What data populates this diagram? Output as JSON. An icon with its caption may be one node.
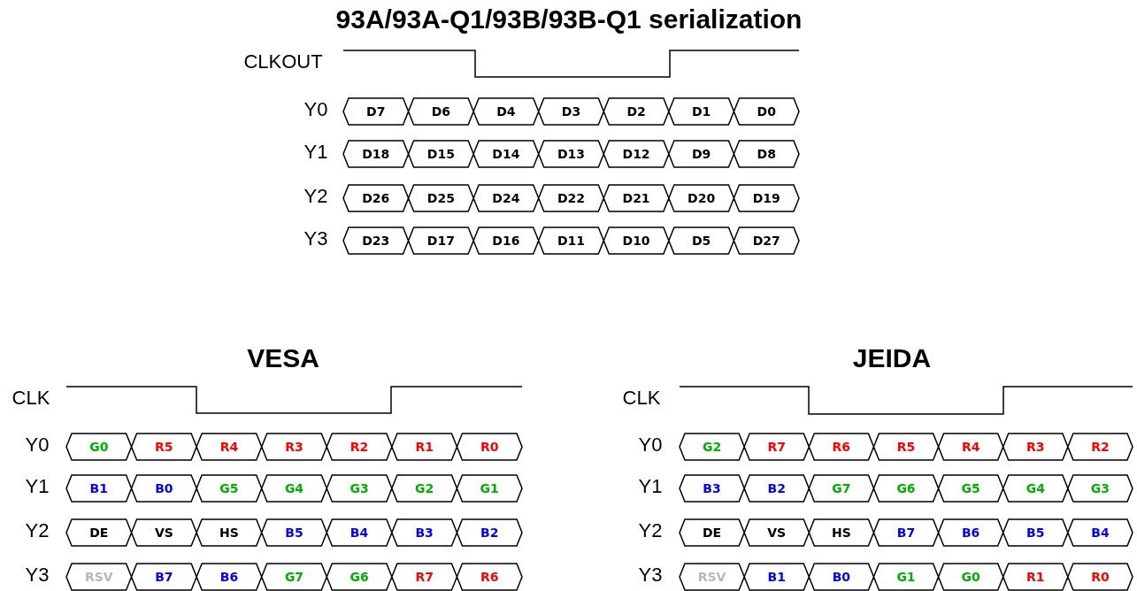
{
  "diagram": {
    "title": "93A/93A-Q1/93B/93B-Q1 serialization",
    "labels": [
      "CLKOUT",
      "Y0",
      "D7",
      "D6",
      "D4",
      "D3",
      "D2",
      "D1",
      "D0",
      "Y1",
      "D18",
      "D15",
      "D14",
      "D13",
      "D12",
      "D9",
      "D8",
      "Y2",
      "D26",
      "D25",
      "D24",
      "D22",
      "D21",
      "D20",
      "D19",
      "Y3",
      "D23",
      "D17",
      "D16",
      "D11",
      "D10",
      "D5",
      "D27",
      "VESA",
      "CLK",
      "Y0",
      "G0",
      "R5",
      "R4",
      "R3",
      "R2",
      "R1",
      "R0",
      "Y1",
      "B1",
      "B0",
      "G5",
      "G4",
      "G3",
      "G2",
      "G1",
      "Y2",
      "DE",
      "VS",
      "HS",
      "B5",
      "B4",
      "B3",
      "B2",
      "Y3",
      "RSV",
      "B7",
      "B6",
      "G7",
      "G6",
      "R7",
      "R6",
      "JEIDA",
      "CLK",
      "Y0",
      "G2",
      "R7",
      "R6",
      "R5",
      "R4",
      "R3",
      "R2",
      "Y1",
      "B3",
      "B2",
      "G7",
      "G6",
      "G5",
      "G4",
      "G3",
      "Y2",
      "DE",
      "VS",
      "HS",
      "B7",
      "B6",
      "B5",
      "B4",
      "Y3",
      "RSV",
      "B1",
      "B0",
      "G1",
      "G0",
      "R1",
      "R0"
    ]
  }
}
